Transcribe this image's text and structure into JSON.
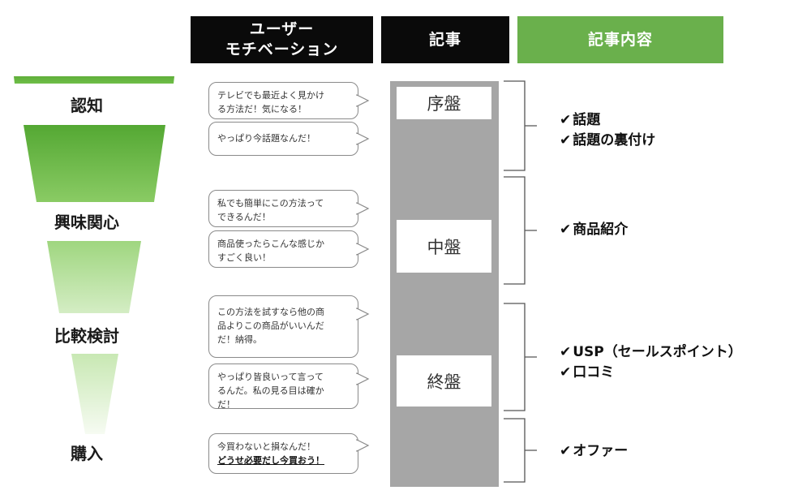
{
  "headers": {
    "motivation_line1": "ユーザー",
    "motivation_line2": "モチベーション",
    "article": "記事",
    "article_content": "記事内容"
  },
  "stages": [
    "認知",
    "興味関心",
    "比較検討",
    "購入"
  ],
  "bubbles": [
    {
      "lines": [
        "テレビでも最近よく見かけ",
        "る方法だ！気になる！"
      ]
    },
    {
      "lines": [
        "やっぱり今話題なんだ！"
      ]
    },
    {
      "lines": [
        "私でも簡単にこの方法って",
        "できるんだ！"
      ]
    },
    {
      "lines": [
        "商品使ったらこんな感じか",
        "すごく良い！"
      ]
    },
    {
      "lines": [
        "この方法を試すなら他の商",
        "品よりこの商品がいいんだ",
        "だ！納得。"
      ]
    },
    {
      "lines": [
        "やっぱり皆良いって言って",
        "るんだ。私の見る目は確か",
        "だ！"
      ]
    },
    {
      "lines": [
        "今買わないと損なんだ！"
      ],
      "strong": "どうせ必要だし今買おう！"
    }
  ],
  "phases": [
    "序盤",
    "中盤",
    "終盤"
  ],
  "contents": [
    {
      "items": [
        "話題",
        "話題の裏付け"
      ]
    },
    {
      "items": [
        "商品紹介"
      ]
    },
    {
      "items": [
        "USP（セールスポイント）",
        "口コミ"
      ]
    },
    {
      "items": [
        "オファー"
      ]
    }
  ],
  "check_glyph": "✔",
  "colors": {
    "header_black": "#0a0a0a",
    "header_green": "#6ab04c",
    "funnel_dark": "#5fae3a",
    "column_grey": "#a6a6a6"
  }
}
